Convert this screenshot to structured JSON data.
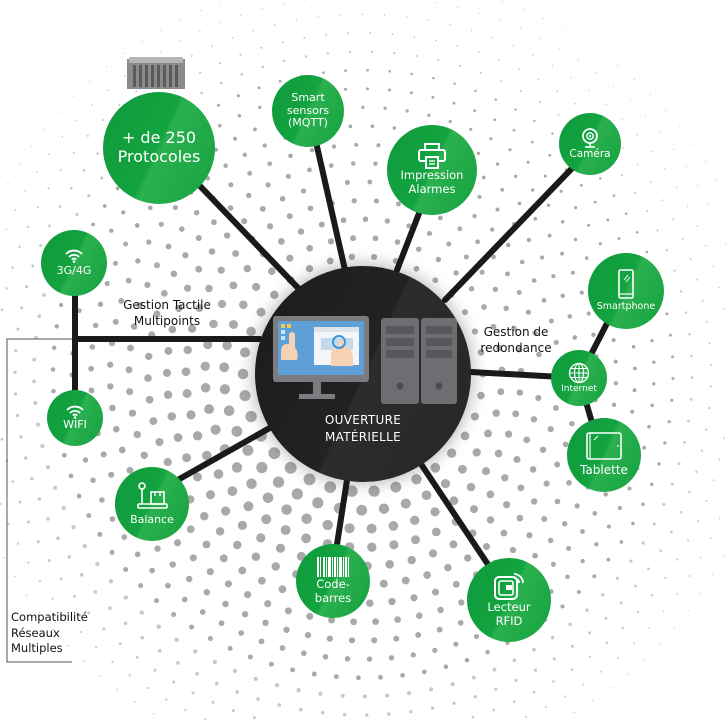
{
  "diagram": {
    "center": {
      "line1": "OUVERTURE",
      "line2": "MATÉRIELLE",
      "icon": "touch-monitor-and-servers-icon"
    },
    "nodes": [
      {
        "id": "protocols",
        "lines": [
          "+ de 250",
          "Protocoles"
        ],
        "icon": "plc-rack-icon"
      },
      {
        "id": "smart-sensors",
        "lines": [
          "Smart",
          "sensors",
          "(MQTT)"
        ],
        "icon": ""
      },
      {
        "id": "printer",
        "lines": [
          "Impression",
          "Alarmes"
        ],
        "icon": "printer-icon"
      },
      {
        "id": "camera",
        "lines": [
          "Caméra"
        ],
        "icon": "webcam-icon"
      },
      {
        "id": "smartphone",
        "lines": [
          "Smartphone"
        ],
        "icon": "smartphone-icon"
      },
      {
        "id": "internet",
        "lines": [
          "Internet"
        ],
        "icon": "globe-icon"
      },
      {
        "id": "tablet",
        "lines": [
          "Tablette"
        ],
        "icon": "tablet-icon"
      },
      {
        "id": "rfid",
        "lines": [
          "Lecteur",
          "RFID"
        ],
        "icon": "rfid-icon"
      },
      {
        "id": "barcode",
        "lines": [
          "Code-",
          "barres"
        ],
        "icon": "barcode-icon"
      },
      {
        "id": "scale",
        "lines": [
          "Balance"
        ],
        "icon": "scale-icon"
      },
      {
        "id": "wifi",
        "lines": [
          "WIFI"
        ],
        "icon": "wifi-icon"
      },
      {
        "id": "cellular",
        "lines": [
          "3G/4G"
        ],
        "icon": "wifi-icon"
      }
    ],
    "annotations": {
      "touch": [
        "Gestion Tactile",
        "Multipoints"
      ],
      "redundancy": [
        "Gestion de",
        "redondance"
      ],
      "networks": [
        "Compatibilité",
        "Réseaux",
        "Multiples"
      ]
    },
    "colors": {
      "node_green": "#13a340",
      "hub": "#222222",
      "connector": "#1a1a1a",
      "dots": "#9a9a9a"
    }
  }
}
